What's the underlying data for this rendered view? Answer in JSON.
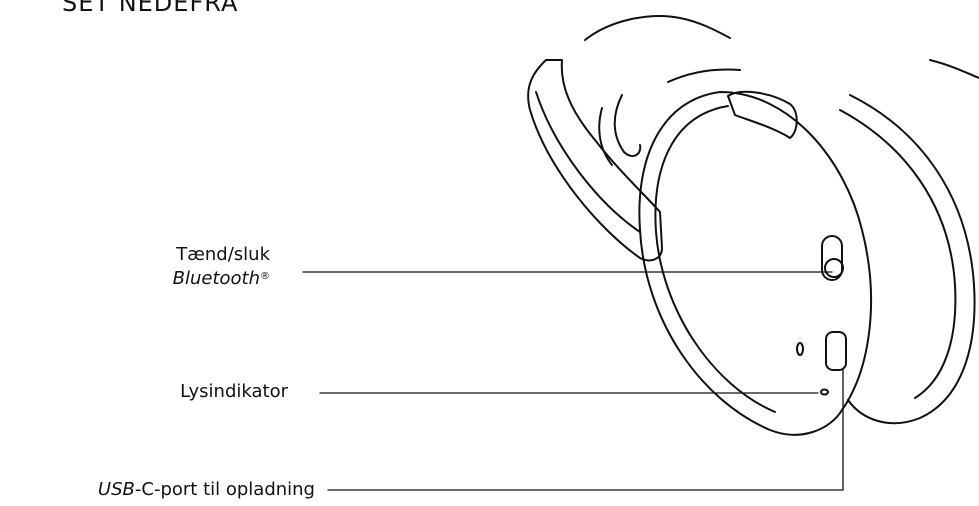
{
  "heading": "SET NEDEFRA",
  "callouts": {
    "power_bluetooth": {
      "line1": "Tænd/sluk",
      "line2": "Bluetooth",
      "line2_mark": "®"
    },
    "indicator": {
      "label": "Lysindikator"
    },
    "usb": {
      "prefix": "USB",
      "middle": "-C",
      "rest": "-port til opladning"
    }
  },
  "colors": {
    "ink": "#111111",
    "background": "#ffffff"
  }
}
